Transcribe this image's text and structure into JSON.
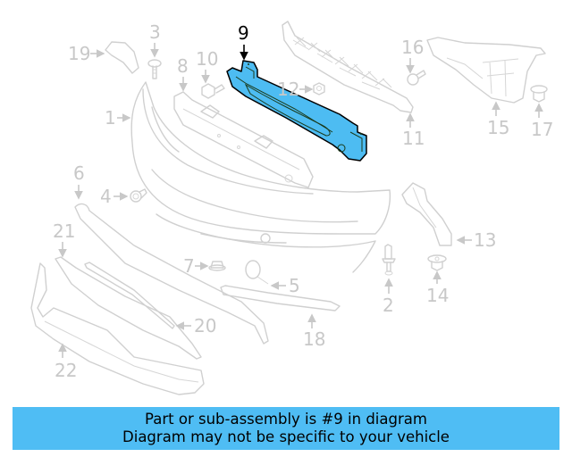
{
  "diagram": {
    "highlighted_part": "9",
    "highlight_color": "#4dbcf2",
    "callout_color": "#c8c8c8",
    "callouts": {
      "c1": "1",
      "c2": "2",
      "c3": "3",
      "c4": "4",
      "c5": "5",
      "c6": "6",
      "c7": "7",
      "c8": "8",
      "c9": "9",
      "c10": "10",
      "c11": "11",
      "c12": "12",
      "c13": "13",
      "c14": "14",
      "c15": "15",
      "c16": "16",
      "c17": "17",
      "c18": "18",
      "c19": "19",
      "c20": "20",
      "c21": "21",
      "c22": "22"
    }
  },
  "banner": {
    "background": "#4fbdf4",
    "line1": "Part or sub-assembly is #9 in diagram",
    "line2": "Diagram may not be specific to your vehicle"
  }
}
